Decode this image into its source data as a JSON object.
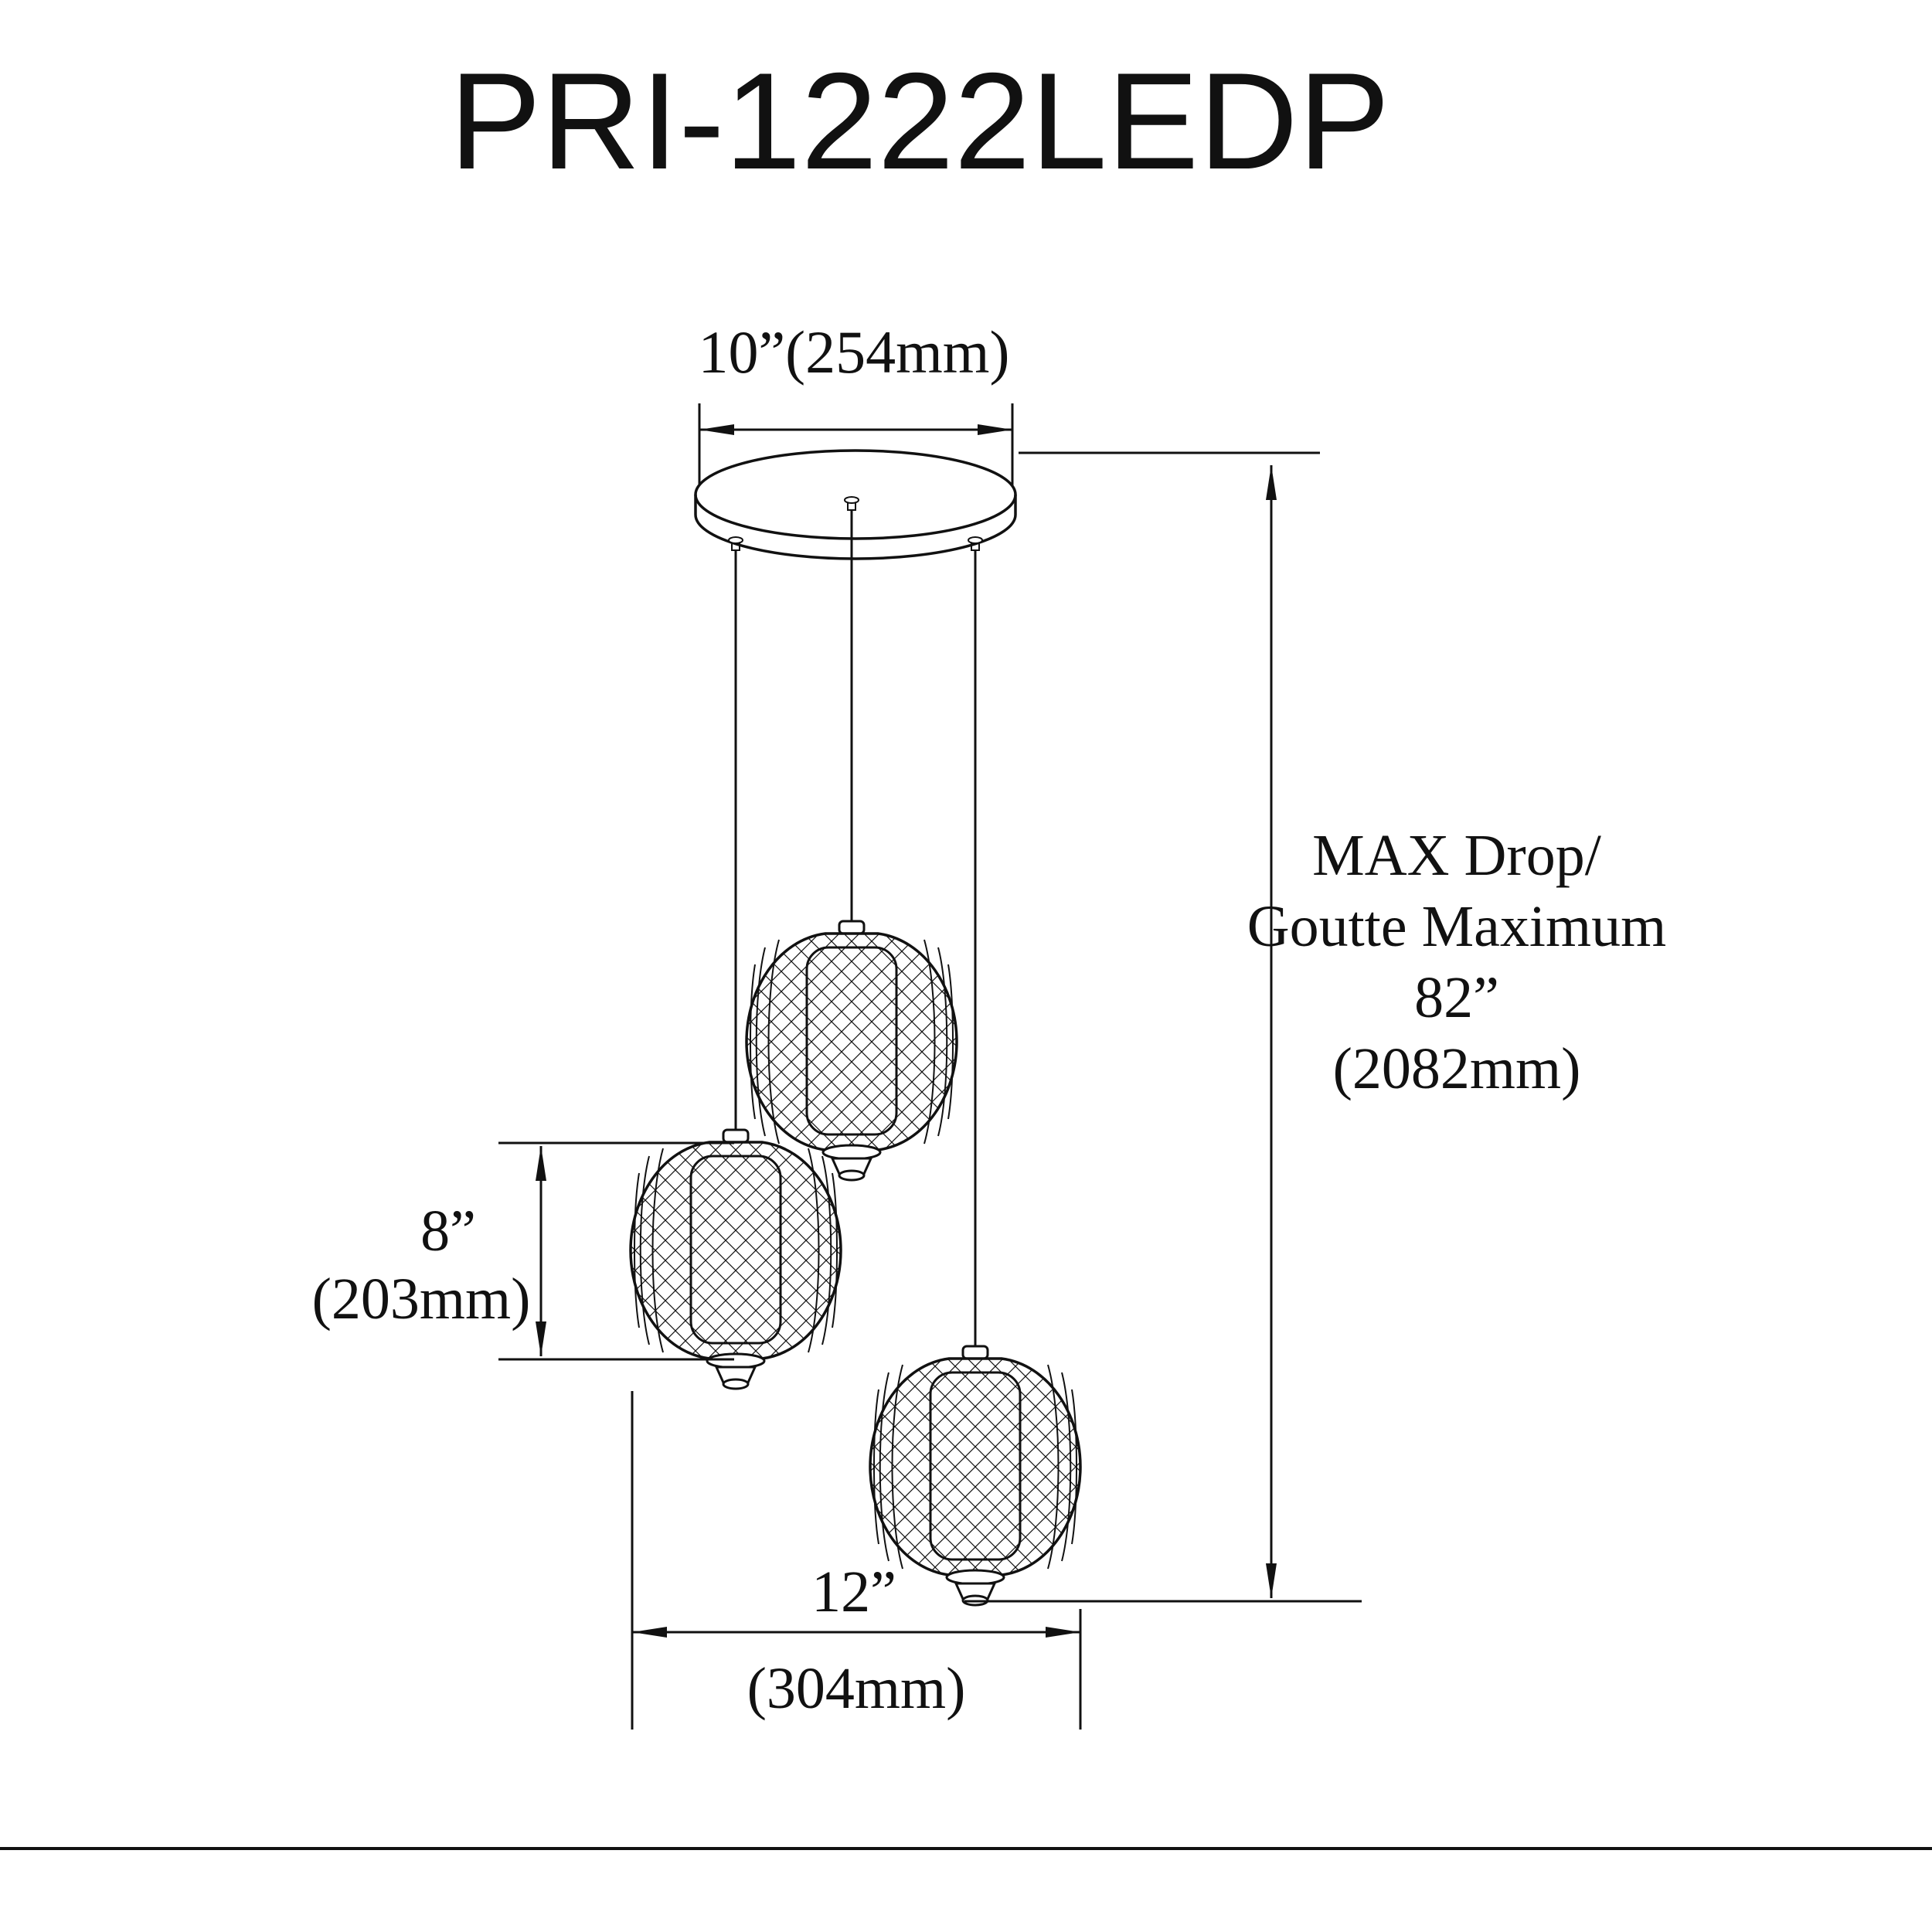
{
  "title": "PRI-1222LEDP",
  "colors": {
    "ink": "#111111",
    "background": "#ffffff"
  },
  "dimensions": {
    "canopy_width": {
      "label": "10”(254mm)"
    },
    "max_drop": {
      "line1": "MAX Drop/",
      "line2": "Goutte Maximum",
      "line3": "82”",
      "line4": "(2082mm)"
    },
    "pendant_height": {
      "inches": "8”",
      "mm": "(203mm)"
    },
    "spread": {
      "inches": "12”",
      "mm": "(304mm)"
    }
  }
}
